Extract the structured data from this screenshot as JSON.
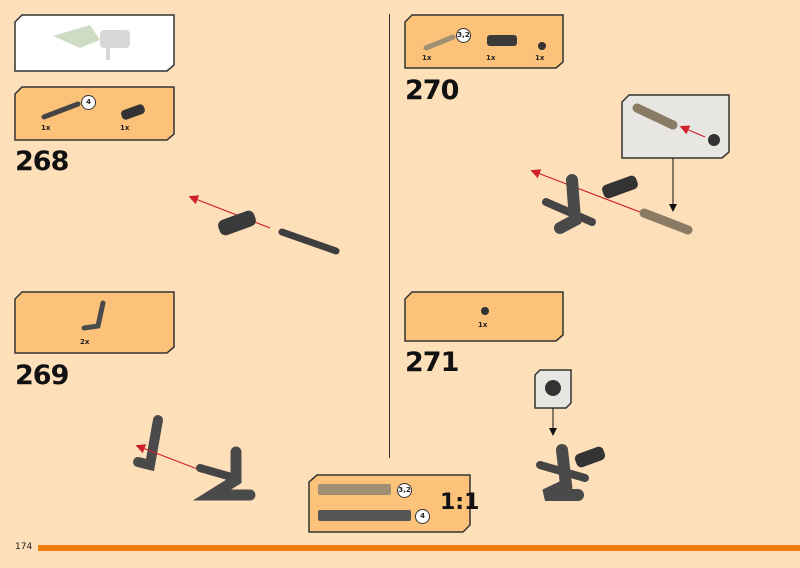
{
  "page_number": "174",
  "steps": [
    {
      "number": "268",
      "parts": [
        {
          "qty": "1x",
          "badge": "4"
        },
        {
          "qty": "1x"
        }
      ]
    },
    {
      "number": "269",
      "parts": [
        {
          "qty": "2x"
        }
      ]
    },
    {
      "number": "270",
      "parts": [
        {
          "qty": "1x",
          "badge": "3,2"
        },
        {
          "qty": "1x"
        },
        {
          "qty": "1x"
        }
      ]
    },
    {
      "number": "271",
      "parts": [
        {
          "qty": "1x"
        }
      ]
    }
  ],
  "scale_box": {
    "ratio": "1:1",
    "axles": [
      {
        "badge": "3,2"
      },
      {
        "badge": "4"
      }
    ]
  },
  "colors": {
    "background": "#fddfba",
    "box_fill": "#fcc27a",
    "accent": "#f07c0a",
    "arrow": "#d0202a"
  }
}
